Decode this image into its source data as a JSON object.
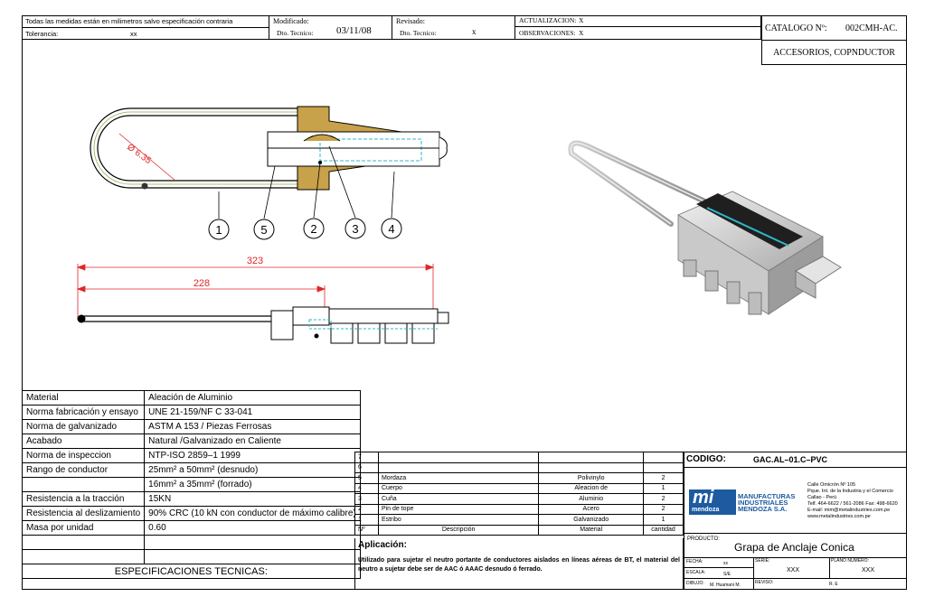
{
  "header": {
    "note_line1": "Todas las medidas están en milimetros salvo especificación contraria",
    "tolerance_label": "Tolerancia:",
    "tolerance_value": "xx",
    "modified_label": "Modificado:",
    "modified_tech_label": "Dto. Tecnico:",
    "modified_date": "03/11/08",
    "revised_label": "Revisado:",
    "revised_tech_label": "Dto. Tecnico:",
    "revised_value": "x",
    "update_label": "ACTUALIZACION:",
    "update_value": "X",
    "observations_label": "OBSERVACIONES:",
    "observations_value": "X",
    "catalog_label": "CATALOGO Nº:",
    "catalog_value": "002CMH-AC.",
    "category": "ACCESORIOS, COPNDUCTOR"
  },
  "drawing": {
    "diameter_label": "Ø 6.35",
    "balloons": [
      "1",
      "5",
      "2",
      "3",
      "4"
    ],
    "dim_total": "323",
    "dim_partial": "228"
  },
  "specs": {
    "title": "ESPECIFICACIONES TECNICAS:",
    "rows": [
      {
        "label": "Material",
        "value": "Aleación de Aluminio"
      },
      {
        "label": "Norma fabricación y ensayo",
        "value": "UNE 21-159/NF C 33-041"
      },
      {
        "label": "Norma de galvanizado",
        "value": "ASTM A 153 / Piezas Ferrosas"
      },
      {
        "label": "Acabado",
        "value": "Natural /Galvanizado en Caliente"
      },
      {
        "label": "Norma de inspeccion",
        "value": "NTP-ISO 2859–1 1999"
      },
      {
        "label": "Rango de conductor",
        "value": "25mm² a 50mm² (desnudo)"
      },
      {
        "label": "",
        "value": "16mm² a 35mm² (forrado)"
      },
      {
        "label": "Resistencia a la tracción",
        "value": "15KN"
      },
      {
        "label": "Resistencia al deslizamiento",
        "value": "90% CRC (10 kN con conductor de máximo calibre)"
      },
      {
        "label": "Masa por unidad",
        "value": "0.60"
      },
      {
        "label": "",
        "value": ""
      },
      {
        "label": "",
        "value": ""
      }
    ]
  },
  "materials": {
    "rows": [
      {
        "n": "7",
        "desc": "",
        "mat": "",
        "qty": ""
      },
      {
        "n": "6",
        "desc": "",
        "mat": "",
        "qty": ""
      },
      {
        "n": "5",
        "desc": "Mordaza",
        "mat": "Polivinylo",
        "qty": "2"
      },
      {
        "n": "4",
        "desc": "Cuerpo",
        "mat": "Aleacion de",
        "qty": "1"
      },
      {
        "n": "3",
        "desc": "Cuña",
        "mat": "Aluminio",
        "qty": "2"
      },
      {
        "n": "2",
        "desc": "Pin de tope",
        "mat": "Acero",
        "qty": "2"
      },
      {
        "n": "1",
        "desc": "Estribo",
        "mat": "Galvanizado",
        "qty": "1"
      }
    ],
    "head": {
      "n": "Nº",
      "desc": "Descripción",
      "mat": "Material",
      "qty": "cantidad"
    }
  },
  "application": {
    "title": "Aplicación:",
    "text": "Utilizado para sujetar el neutro portante de conductores aislados en líneas aéreas de BT, el material del neutro a sujetar debe ser de AAC ó AAAC desnudo ó ferrado."
  },
  "titleblock": {
    "code_label": "CODIGO:",
    "code_value": "GAC.AL–01.C–PVC",
    "logo_text": "mi",
    "logo_sub": "mendoza",
    "company": [
      "MANUFACTURAS",
      "INDUSTRIALES",
      "MENDOZA S.A."
    ],
    "address": [
      "Calle Omicrón Nº 105",
      "Pque. Int. de la Industria y el Comercio",
      "Callao - Perú",
      "Telf. 464-6622 / 561-2086 Fax: 498-6620",
      "E-mail: mim@metalindustries.com.pe",
      "www.metalindustries.com.pe"
    ],
    "product_label": "PRODUCTO:",
    "product_value": "Grapa de Anclaje Conica",
    "date_label": "FECHA:",
    "date_value": "xx",
    "series_label": "SERIE:",
    "series_value": "XXX",
    "plan_label": "PLANO NUMERO:",
    "plan_value": "XXX",
    "scale_label": "ESCALA:",
    "scale_value": "S/E",
    "drawn_label": "DIBUJO:",
    "drawn_value": "M. Huamani M.",
    "review_label": "REVISO:",
    "review_value": "R. E"
  },
  "colors": {
    "bronze": "#c8a24a",
    "cyan": "#2fb8c8",
    "red": "#e0262b",
    "green": "#8ab04a"
  }
}
